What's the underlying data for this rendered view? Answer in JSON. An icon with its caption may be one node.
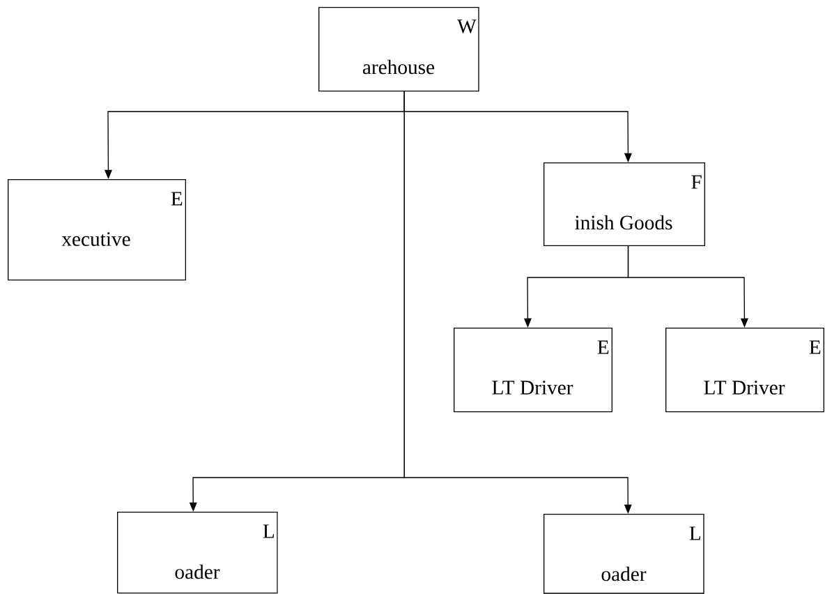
{
  "diagram": {
    "nodes": [
      {
        "text": [
          "W",
          "arehouse"
        ]
      },
      {
        "text": [
          "E",
          "xecutive"
        ]
      },
      {
        "text": [
          "F",
          "inish Goods"
        ]
      },
      {
        "text": [
          "E",
          "LT Driver"
        ]
      },
      {
        "text": [
          "E",
          "LT Driver"
        ]
      },
      {
        "text": [
          "L",
          "oader"
        ]
      },
      {
        "text": [
          "L",
          "oader"
        ]
      }
    ],
    "edges": [
      {
        "from": 0,
        "to": 1,
        "arrow": "to"
      },
      {
        "from": 0,
        "to": 2,
        "arrow": "to"
      },
      {
        "from": 2,
        "to": 3,
        "arrow": "to"
      },
      {
        "from": 2,
        "to": 4,
        "arrow": "to"
      },
      {
        "from": 0,
        "to": 5,
        "arrow": "to"
      },
      {
        "from": 0,
        "to": 6,
        "arrow": "to"
      }
    ]
  }
}
